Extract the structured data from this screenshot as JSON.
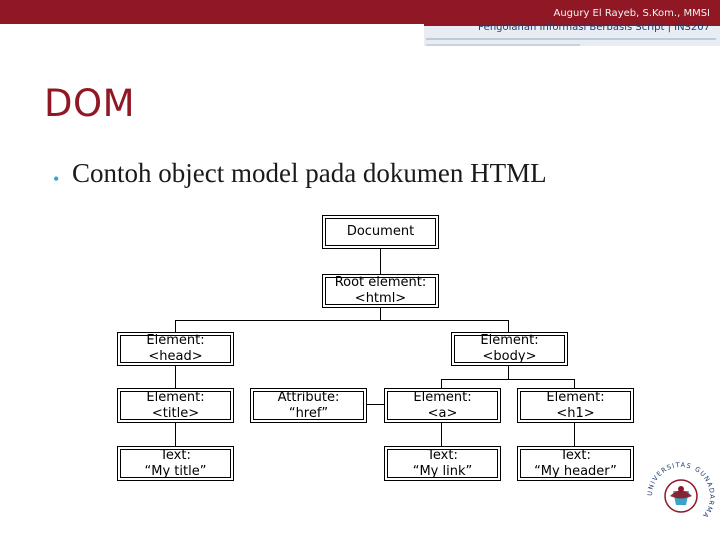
{
  "header": {
    "author": "Augury El Rayeb, S.Kom., MMSI",
    "course": "Pengolahan Informasi Berbasis Script | INS207"
  },
  "slide": {
    "title": "DOM",
    "bullet": "Contoh object model pada dokumen HTML"
  },
  "diagram": {
    "document": "Document",
    "root": [
      "Root element:",
      "<html>"
    ],
    "head": [
      "Element:",
      "<head>"
    ],
    "body": [
      "Element:",
      "<body>"
    ],
    "title_el": [
      "Element:",
      "<title>"
    ],
    "attribute": [
      "Attribute:",
      "“href”"
    ],
    "a_el": [
      "Element:",
      "<a>"
    ],
    "h1_el": [
      "Element:",
      "<h1>"
    ],
    "title_text": [
      "Text:",
      "“My title”"
    ],
    "link_text": [
      "Text:",
      "“My link”"
    ],
    "header_text": [
      "Text:",
      "“My header”"
    ]
  },
  "logo": {
    "arc_text": "UNIVERSITAS GUNADARMA"
  },
  "colors": {
    "brand": "#8f1824",
    "bullet": "#3aa4c8",
    "header_text_dark": "#1c3c6e"
  }
}
